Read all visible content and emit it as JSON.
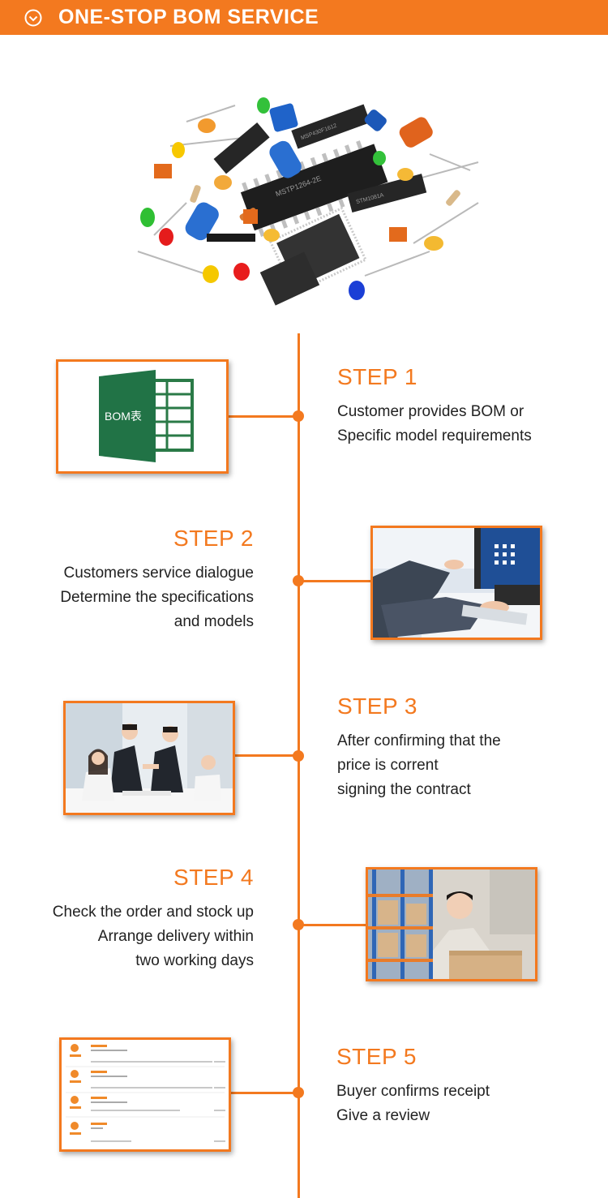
{
  "header": {
    "title": "ONE-STOP BOM SERVICE",
    "icon": "check-circle-icon"
  },
  "colors": {
    "accent": "#f3791f",
    "text": "#222222"
  },
  "hero": {
    "chip_labels": [
      "MSP430F1612",
      "MSTP1264-2E",
      "STM1081A"
    ]
  },
  "steps": [
    {
      "title": "STEP 1",
      "lines": [
        "Customer provides BOM or",
        "Specific model requirements"
      ],
      "image": "bom-spreadsheet",
      "image_label": "BOM表"
    },
    {
      "title": "STEP 2",
      "lines": [
        "Customers service dialogue",
        "Determine the specifications",
        "and models"
      ],
      "image": "customer-service-photo"
    },
    {
      "title": "STEP 3",
      "lines": [
        "After confirming that the",
        "price is corrent",
        "signing the contract"
      ],
      "image": "business-meeting-photo"
    },
    {
      "title": "STEP 4",
      "lines": [
        "Check the order and stock up",
        "Arrange delivery within",
        "two working days"
      ],
      "image": "warehouse-photo"
    },
    {
      "title": "STEP 5",
      "lines": [
        "Buyer confirms receipt",
        "Give a review"
      ],
      "image": "reviews-screenshot"
    }
  ]
}
